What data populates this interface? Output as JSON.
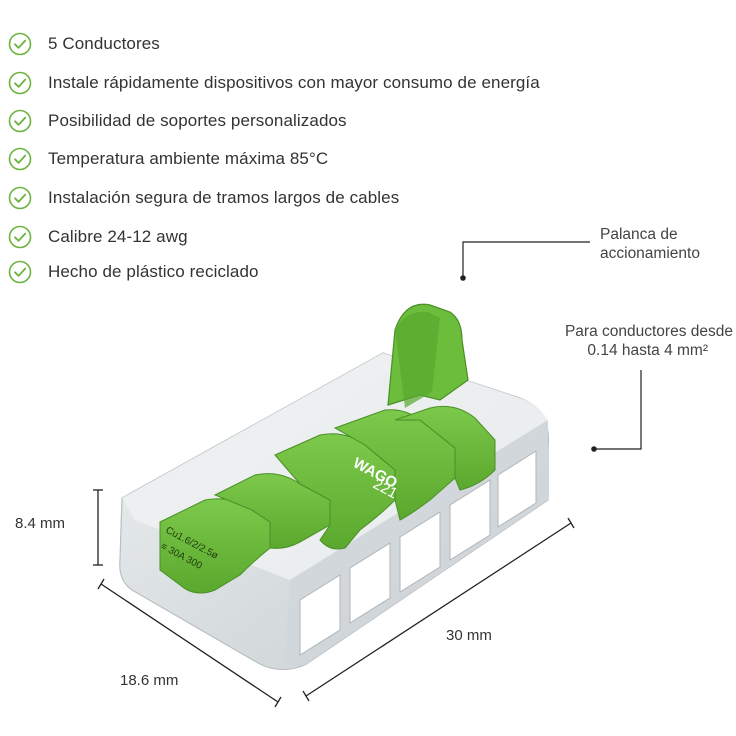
{
  "features": [
    {
      "label": "5 Conductores",
      "icon": "check-circle-icon"
    },
    {
      "label": "Instale rápidamente dispositivos con mayor consumo de energía",
      "icon": "check-circle-icon"
    },
    {
      "label": "Posibilidad de soportes personalizados",
      "icon": "check-circle-icon"
    },
    {
      "label": "Temperatura ambiente máxima 85°C",
      "icon": "check-circle-icon"
    },
    {
      "label": "Instalación segura de tramos largos de cables",
      "icon": "check-circle-icon"
    },
    {
      "label": "Calibre 24-12 awg",
      "icon": "check-circle-icon"
    },
    {
      "label": "Hecho de plástico reciclado",
      "icon": "check-circle-icon"
    }
  ],
  "callouts": {
    "lever_line1": "Palanca de",
    "lever_line2": "accionamiento",
    "conductors_line1": "Para conductores desde",
    "conductors_line2": "0.14 hasta 4 mm²"
  },
  "dimensions": {
    "height": "8.4 mm",
    "depth": "18.6 mm",
    "length": "30 mm"
  },
  "product_marking": {
    "brand": "WAGO",
    "model": "221",
    "spec_line1": "Cu1.6/2/2.5ø",
    "spec_line2": "≡ 30A 300"
  },
  "colors": {
    "check_green": "#6bb33f",
    "lever_green": "#69b93a",
    "lever_dark": "#4a8f27",
    "housing_clear": "#dfe4e6",
    "line": "#222222"
  }
}
